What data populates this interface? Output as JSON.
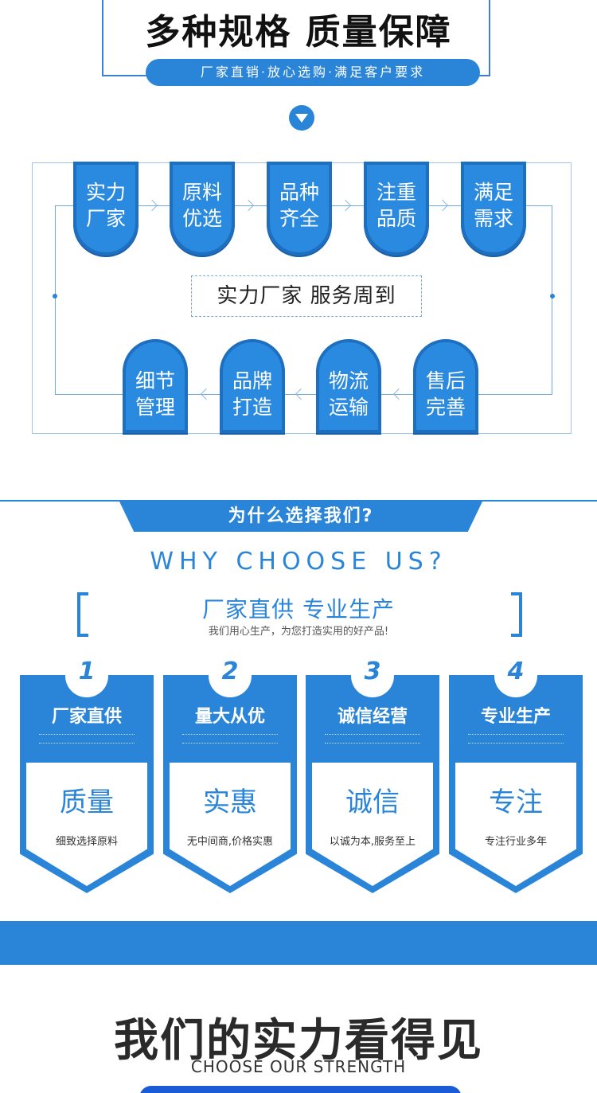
{
  "header": {
    "title": "多种规格  质量保障",
    "tagline": "厂家直销·放心选购·满足客户要求"
  },
  "flow": {
    "center_label": "实力厂家 服务周到",
    "top_steps": [
      "实力\n厂家",
      "原料\n优选",
      "品种\n齐全",
      "注重\n品质",
      "满足\n需求"
    ],
    "bottom_steps": [
      "细节\n管理",
      "品牌\n打造",
      "物流\n运输",
      "售后\n完善"
    ],
    "accent": "#2a85d8"
  },
  "why": {
    "band_title": "为什么选择我们?",
    "english": "WHY CHOOSE US?",
    "subtitle": "厂家直供 专业生产",
    "description": "我们用心生产，为您打造实用的好产品!",
    "cards": [
      {
        "num": "1",
        "title": "厂家直供",
        "big": "质量",
        "small": "细致选择原料"
      },
      {
        "num": "2",
        "title": "量大从优",
        "big": "实惠",
        "small": "无中间商,价格实惠"
      },
      {
        "num": "3",
        "title": "诚信经营",
        "big": "诚信",
        "small": "以诚为本,服务至上"
      },
      {
        "num": "4",
        "title": "专业生产",
        "big": "专注",
        "small": "专注行业多年"
      }
    ]
  },
  "strength": {
    "title": "我们的实力看得见",
    "english": "CHOOSE OUR STRENGTH"
  }
}
